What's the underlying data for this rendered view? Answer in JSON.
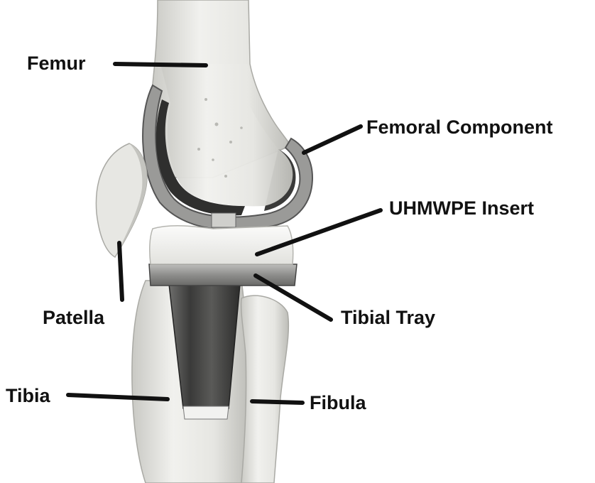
{
  "labels": {
    "femur": "Femur",
    "femoral_component": "Femoral Component",
    "uhmwpe_insert": "UHMWPE Insert",
    "patella": "Patella",
    "tibial_tray": "Tibial Tray",
    "tibia": "Tibia",
    "fibula": "Fibula"
  },
  "colors": {
    "bone": "#e9e9e6",
    "bone_shadow": "#c9c9c4",
    "metal": "#8e8e8c",
    "metal_dark": "#2c2c2c",
    "insert": "#f3f3f1",
    "line": "#111111"
  }
}
